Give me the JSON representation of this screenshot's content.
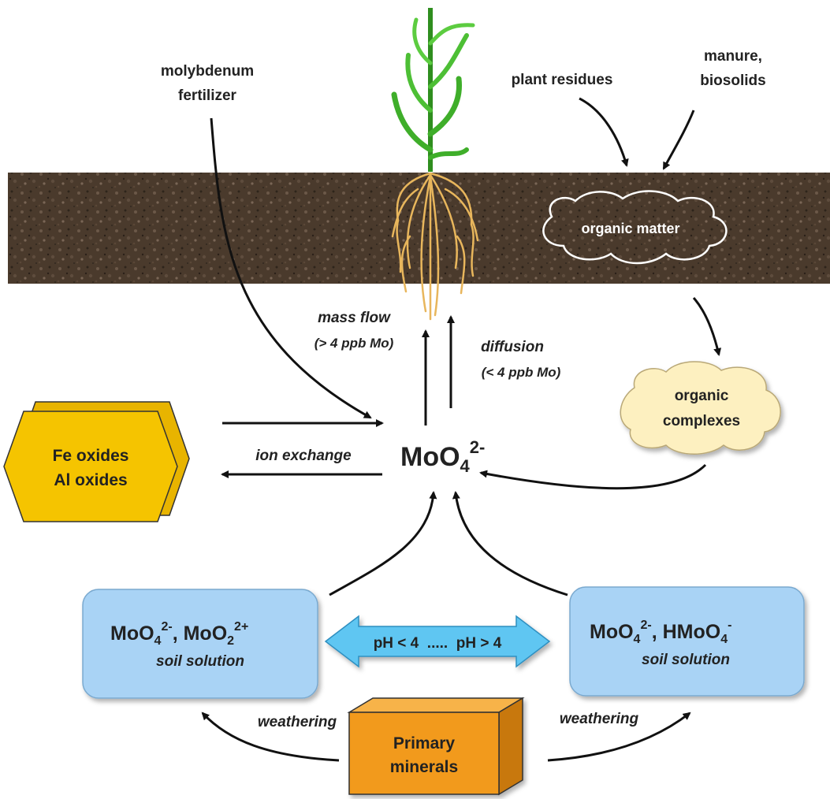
{
  "labels": {
    "fertilizer_1": "molybdenum",
    "fertilizer_2": "fertilizer",
    "plant_residues": "plant residues",
    "manure_1": "manure,",
    "manure_2": "biosolids",
    "organic_matter": "organic matter",
    "organic_complexes_1": "organic",
    "organic_complexes_2": "complexes",
    "mass_flow": "mass flow",
    "mass_flow_note": "(> 4 ppb Mo)",
    "diffusion": "diffusion",
    "diffusion_note": "(< 4 ppb Mo)",
    "fe_oxides": "Fe oxides",
    "al_oxides": "Al oxides",
    "ion_exchange": "ion exchange",
    "weathering_left": "weathering",
    "weathering_right": "weathering",
    "primary_minerals_1": "Primary",
    "primary_minerals_2": "minerals",
    "ph_range": "pH < 4  .....  pH > 4",
    "soil_solution_left": "soil solution",
    "soil_solution_right": "soil solution"
  },
  "molybdate": {
    "base": "MoO",
    "sub": "4",
    "sup": "2-"
  },
  "left_species": {
    "a_base": "MoO",
    "a_sub": "4",
    "a_sup": "2-",
    "sep": ", ",
    "b_base": "MoO",
    "b_sub": "2",
    "b_sup": "2+"
  },
  "right_species": {
    "a_base": "MoO",
    "a_sub": "4",
    "a_sup": "2-",
    "sep": ", ",
    "b_base": "HMoO",
    "b_sub": "4",
    "b_sup": "-"
  },
  "colors": {
    "soil": "#4a3a2c",
    "soil_light": "#6b5848",
    "plant_green": "#3fae2a",
    "root": "#e8b65c",
    "oxide_fill": "#f5c400",
    "organic_complex_fill": "#fdf0c0",
    "soil_solution_fill": "#a9d3f5",
    "ph_arrow_fill": "#5fc6f2",
    "mineral_fill": "#f29a1c",
    "arrow": "#111111"
  },
  "icons": [
    "corn-plant-icon",
    "root-system-icon",
    "cloud-shape",
    "hexagon-shape",
    "box-shape"
  ]
}
